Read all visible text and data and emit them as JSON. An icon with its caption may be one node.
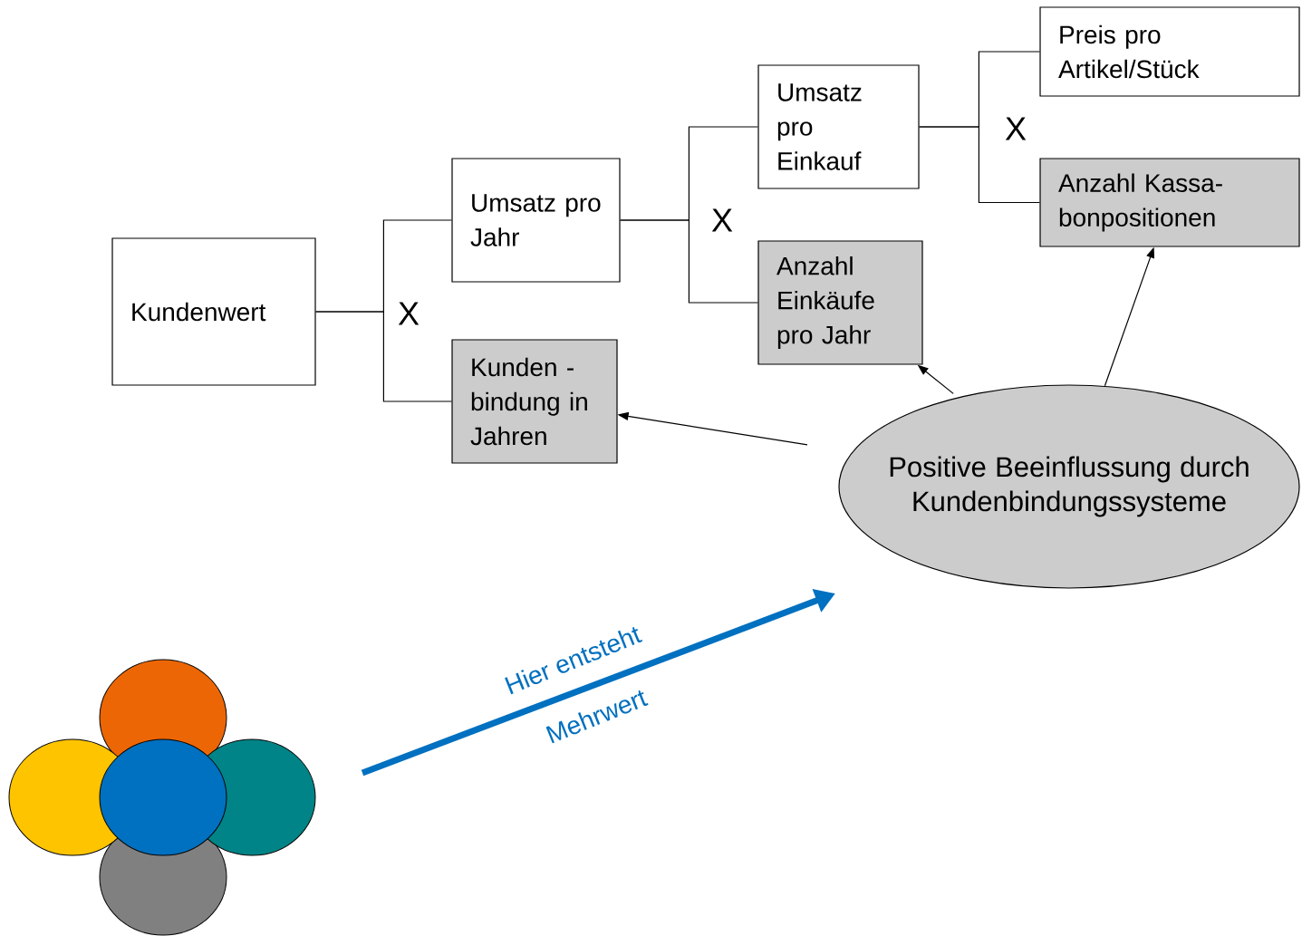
{
  "diagram": {
    "nodes": [
      {
        "text": [
          "Kundenwert"
        ]
      },
      {
        "text": [
          "Umsatz pro Jahr"
        ]
      },
      {
        "text": [
          "Kunden - bindung in Jahren"
        ]
      },
      {
        "text": [
          "Umsatz pro Einkauf"
        ]
      },
      {
        "text": [
          "Anzahl Einkäufe pro Jahr"
        ]
      },
      {
        "text": [
          "Preis pro Artikel/Stück"
        ]
      },
      {
        "text": [
          "Anzahl Kassa- bonpositionen"
        ]
      },
      {
        "text": [
          "Positive Beeinflussung durch Kundenbindungssysteme"
        ]
      }
    ],
    "edges": [
      {
        "from": 0,
        "to": 1,
        "arrow": "none"
      },
      {
        "from": 0,
        "to": 2,
        "arrow": "none"
      },
      {
        "from": 1,
        "to": 3,
        "arrow": "none"
      },
      {
        "from": 1,
        "to": 4,
        "arrow": "none"
      },
      {
        "from": 3,
        "to": 5,
        "arrow": "none"
      },
      {
        "from": 3,
        "to": 6,
        "arrow": "none"
      },
      {
        "from": 7,
        "to": 2,
        "arrow": "to"
      },
      {
        "from": 7,
        "to": 4,
        "arrow": "to"
      },
      {
        "from": 7,
        "to": 6,
        "arrow": "to"
      },
      {
        "from": null,
        "to": 7,
        "arrow": "to",
        "style": "thick",
        "color": "#0070c0"
      }
    ],
    "labels": [
      "X",
      "X",
      "X",
      "Hier entsteht",
      "Mehrwert"
    ]
  }
}
